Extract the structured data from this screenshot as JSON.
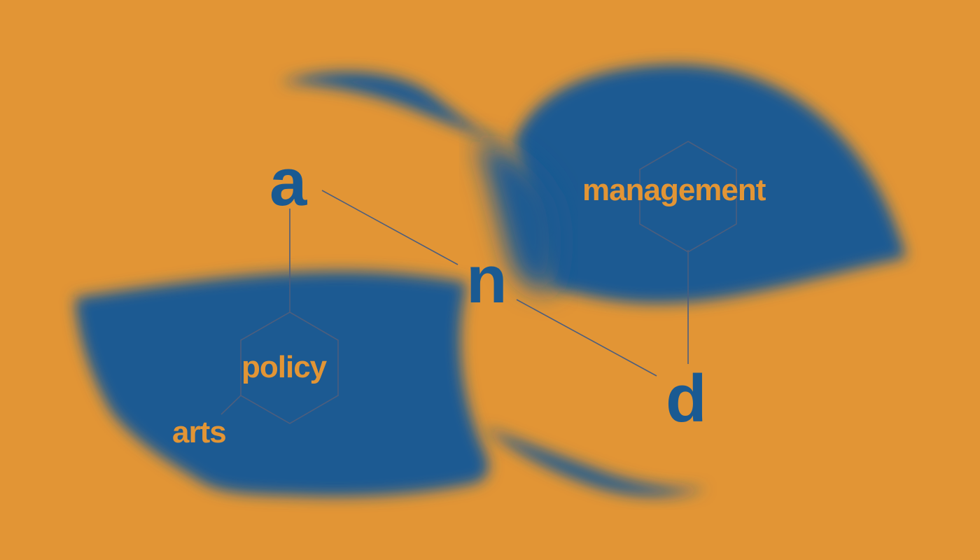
{
  "colors": {
    "background": "#E29535",
    "shape": "#1A5A92",
    "line": "#4C5E7E"
  },
  "letters": {
    "a": "a",
    "n": "n",
    "d": "d"
  },
  "words": {
    "management": "management",
    "policy": "policy",
    "arts": "arts"
  }
}
